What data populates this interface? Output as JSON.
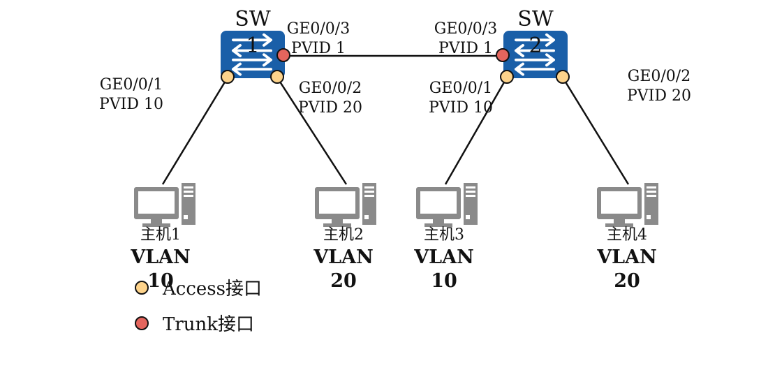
{
  "colors": {
    "switch_fill": "#1a5fa8",
    "access_port": "#fdd38b",
    "trunk_port": "#e4655d",
    "host_gray": "#8a8a8a",
    "line": "#111111"
  },
  "switches": [
    {
      "name": "SW",
      "number": "1"
    },
    {
      "name": "SW",
      "number": "2"
    }
  ],
  "ports": {
    "sw1_ge3": {
      "name": "GE0/0/3",
      "pvid": "PVID 1",
      "type": "trunk"
    },
    "sw1_ge1": {
      "name": "GE0/0/1",
      "pvid": "PVID 10",
      "type": "access"
    },
    "sw1_ge2": {
      "name": "GE0/0/2",
      "pvid": "PVID 20",
      "type": "access"
    },
    "sw2_ge3": {
      "name": "GE0/0/3",
      "pvid": "PVID 1",
      "type": "trunk"
    },
    "sw2_ge1": {
      "name": "GE0/0/1",
      "pvid": "PVID 10",
      "type": "access"
    },
    "sw2_ge2": {
      "name": "GE0/0/2",
      "pvid": "PVID 20",
      "type": "access"
    }
  },
  "hosts": [
    {
      "name": "主机1",
      "vlan": "VLAN",
      "vlan_id": "10"
    },
    {
      "name": "主机2",
      "vlan": "VLAN",
      "vlan_id": "20"
    },
    {
      "name": "主机3",
      "vlan": "VLAN",
      "vlan_id": "10"
    },
    {
      "name": "主机4",
      "vlan": "VLAN",
      "vlan_id": "20"
    }
  ],
  "legend": {
    "access": "Access接口",
    "trunk": "Trunk接口"
  },
  "icons": {
    "switch": "switch-icon",
    "host": "desktop-computer-icon",
    "access_port": "access-port-dot-icon",
    "trunk_port": "trunk-port-dot-icon"
  }
}
